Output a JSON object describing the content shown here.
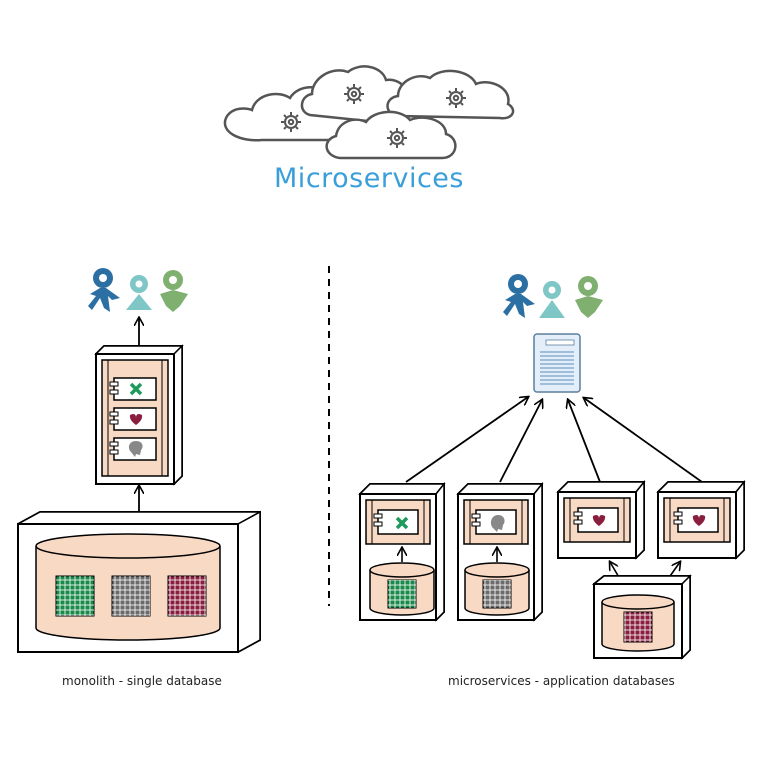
{
  "title": "Microservices",
  "captions": {
    "left": "monolith - single database",
    "right": "microservices - application databases"
  },
  "colors": {
    "title": "#3a9fd9",
    "person_dark_blue": "#2c6fa3",
    "person_teal": "#7fc6c6",
    "person_green": "#7fb070",
    "peach": "#f7d9c4",
    "grid_green": "#1a8a4a",
    "grid_gray": "#6b6b6b",
    "grid_maroon": "#8a1e3e",
    "cloud_stroke": "#555555",
    "gear": "#555555"
  },
  "icons": [
    "cloud-icon",
    "gear-icon",
    "person-icon",
    "document-icon",
    "database-icon",
    "server-icon",
    "x-mark-icon",
    "heart-icon",
    "head-icon"
  ]
}
